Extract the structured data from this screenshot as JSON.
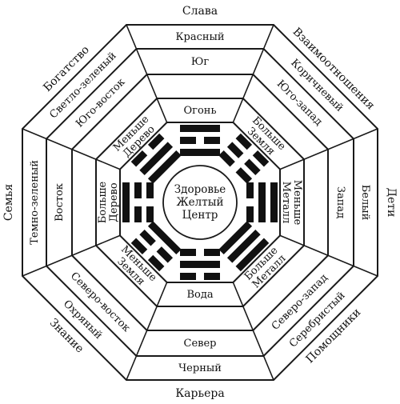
{
  "center": {
    "lines": [
      "Здоровье",
      "Желтый",
      "Центр"
    ]
  },
  "outer_labels": [
    "Слава",
    "Взаимоотношения",
    "Дети",
    "Помощники",
    "Карьера",
    "Знание",
    "Семья",
    "Богатство"
  ],
  "sectors": [
    {
      "direction": "top",
      "color": "Красный",
      "region": "Юг",
      "element": [
        "Огонь"
      ]
    },
    {
      "direction": "top-right",
      "color": "Коричневый",
      "region": "Юго-запад",
      "element": [
        "Больше",
        "Земля"
      ]
    },
    {
      "direction": "right",
      "color": "Белый",
      "region": "Запад",
      "element": [
        "Меньше",
        "Металл"
      ]
    },
    {
      "direction": "bottom-right",
      "color": "Серебристый",
      "region": "Северо-запад",
      "element": [
        "Больше",
        "Металл"
      ]
    },
    {
      "direction": "bottom",
      "color": "Черный",
      "region": "Север",
      "element": [
        "Вода"
      ]
    },
    {
      "direction": "bottom-left",
      "color": "Охряный",
      "region": "Северо-восток",
      "element": [
        "Меньше",
        "Земля"
      ]
    },
    {
      "direction": "left",
      "color": "Темно-зеленый",
      "region": "Восток",
      "element": [
        "Больше",
        "Дерево"
      ]
    },
    {
      "direction": "top-left",
      "color": "Светло-зеленый",
      "region": "Юго-восток",
      "element": [
        "Меньше",
        "Дерево"
      ]
    }
  ],
  "trigrams": [
    {
      "direction": "top",
      "lines": [
        true,
        false,
        true
      ]
    },
    {
      "direction": "top-right",
      "lines": [
        false,
        false,
        false
      ]
    },
    {
      "direction": "right",
      "lines": [
        false,
        true,
        true
      ]
    },
    {
      "direction": "bottom-right",
      "lines": [
        true,
        true,
        true
      ]
    },
    {
      "direction": "bottom",
      "lines": [
        false,
        true,
        false
      ]
    },
    {
      "direction": "bottom-left",
      "lines": [
        true,
        false,
        false
      ]
    },
    {
      "direction": "left",
      "lines": [
        false,
        false,
        true
      ]
    },
    {
      "direction": "top-left",
      "lines": [
        true,
        true,
        false
      ]
    }
  ]
}
